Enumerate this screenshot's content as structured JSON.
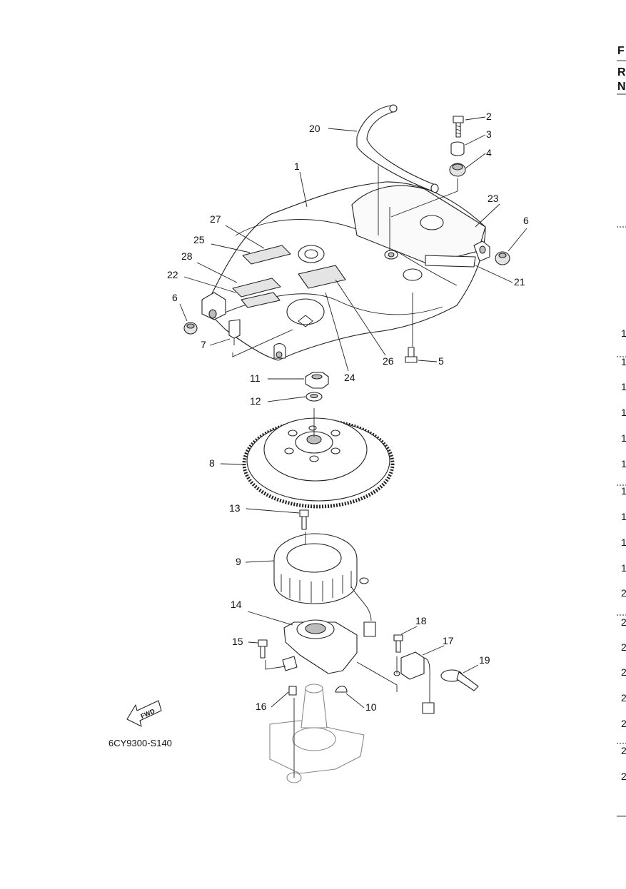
{
  "figure_code": "6CY9300-S140",
  "fwd_label": "FWD",
  "callouts": [
    "1",
    "2",
    "3",
    "4",
    "5",
    "6",
    "6",
    "7",
    "8",
    "9",
    "10",
    "11",
    "12",
    "13",
    "14",
    "15",
    "16",
    "17",
    "18",
    "19",
    "20",
    "21",
    "22",
    "23",
    "24",
    "25",
    "26",
    "27",
    "28"
  ],
  "edge_header": [
    "F",
    "R",
    "N"
  ],
  "edge_numbers": [
    "1",
    "1",
    "1",
    "1",
    "1",
    "1",
    "1",
    "1",
    "1",
    "1",
    "2",
    "2",
    "2",
    "2",
    "2",
    "2",
    "2",
    "2"
  ]
}
